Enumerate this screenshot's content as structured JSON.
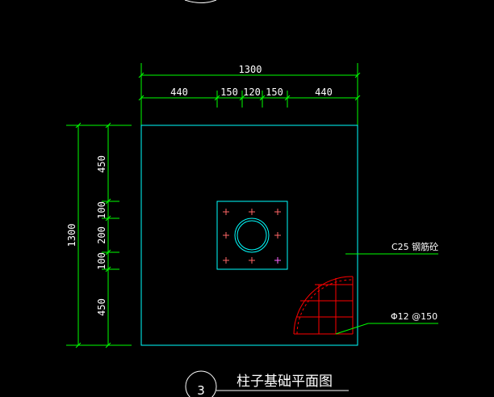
{
  "drawing": {
    "title": "柱子基础平面图",
    "detail_number": "3",
    "colors": {
      "background": "#000000",
      "dimension": "#00ff00",
      "outline": "#00ffff",
      "text": "#ffffff",
      "rebar": "#ff0000",
      "bolt": "#ff6666",
      "bolt_alt": "#ff66ff",
      "leader": "#00ff00"
    },
    "horizontal_dimensions": {
      "overall": "1300",
      "segments": [
        "440",
        "150",
        "120",
        "150",
        "440"
      ]
    },
    "vertical_dimensions": {
      "overall": "1300",
      "segments": [
        "450",
        "100",
        "200",
        "100",
        "450"
      ]
    },
    "annotations": {
      "concrete_label": "C25 钢筋砼",
      "rebar_label": "Φ12 @150"
    }
  }
}
